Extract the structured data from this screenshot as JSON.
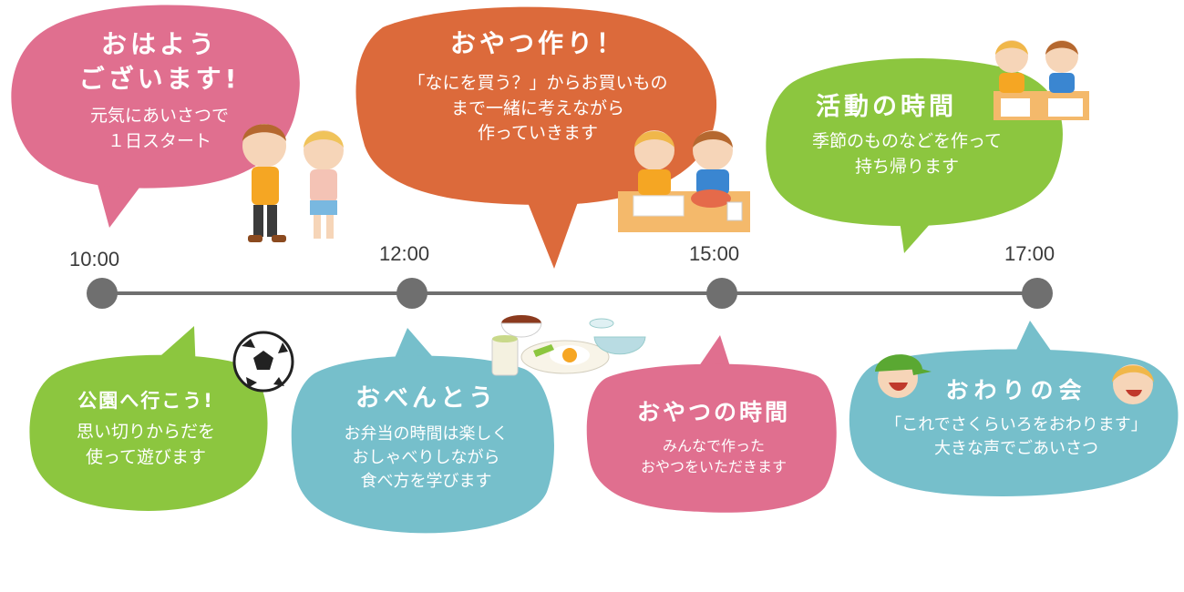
{
  "colors": {
    "pink": "#e06f8f",
    "orange": "#dc6a3b",
    "green": "#8cc63f",
    "teal": "#76bfcb",
    "timeline": "#6f6f6f"
  },
  "timeline": {
    "times": [
      "10:00",
      "12:00",
      "15:00",
      "17:00"
    ]
  },
  "events": {
    "morning": {
      "title_line1": "おはよう",
      "title_line2": "ございます!",
      "body_line1": "元気にあいさつで",
      "body_line2": "１日スタート"
    },
    "snack_making": {
      "title": "おやつ作り！",
      "body_line1": "「なにを買う？」からお買いもの",
      "body_line2": "まで一緒に考えながら",
      "body_line3": "作っていきます"
    },
    "activity": {
      "title": "活動の時間",
      "body_line1": "季節のものなどを作って",
      "body_line2": "持ち帰ります"
    },
    "park": {
      "title": "公園へ行こう!",
      "body_line1": "思い切りからだを",
      "body_line2": "使って遊びます"
    },
    "lunch": {
      "title": "おべんとう",
      "body_line1": "お弁当の時間は楽しく",
      "body_line2": "おしゃべりしながら",
      "body_line3": "食べ方を学びます"
    },
    "snack_time": {
      "title": "おやつの時間",
      "body_line1": "みんなで作った",
      "body_line2": "おやつをいただきます"
    },
    "closing": {
      "title": "おわりの会",
      "body_line1": "「これでさくらいろをおわります」",
      "body_line2": "大きな声でごあいさつ"
    }
  },
  "illustrations": [
    "children-standing",
    "children-cooking",
    "children-crafting",
    "soccer-ball-icon",
    "meal-illustration",
    "child-with-cap",
    "girl-face"
  ]
}
